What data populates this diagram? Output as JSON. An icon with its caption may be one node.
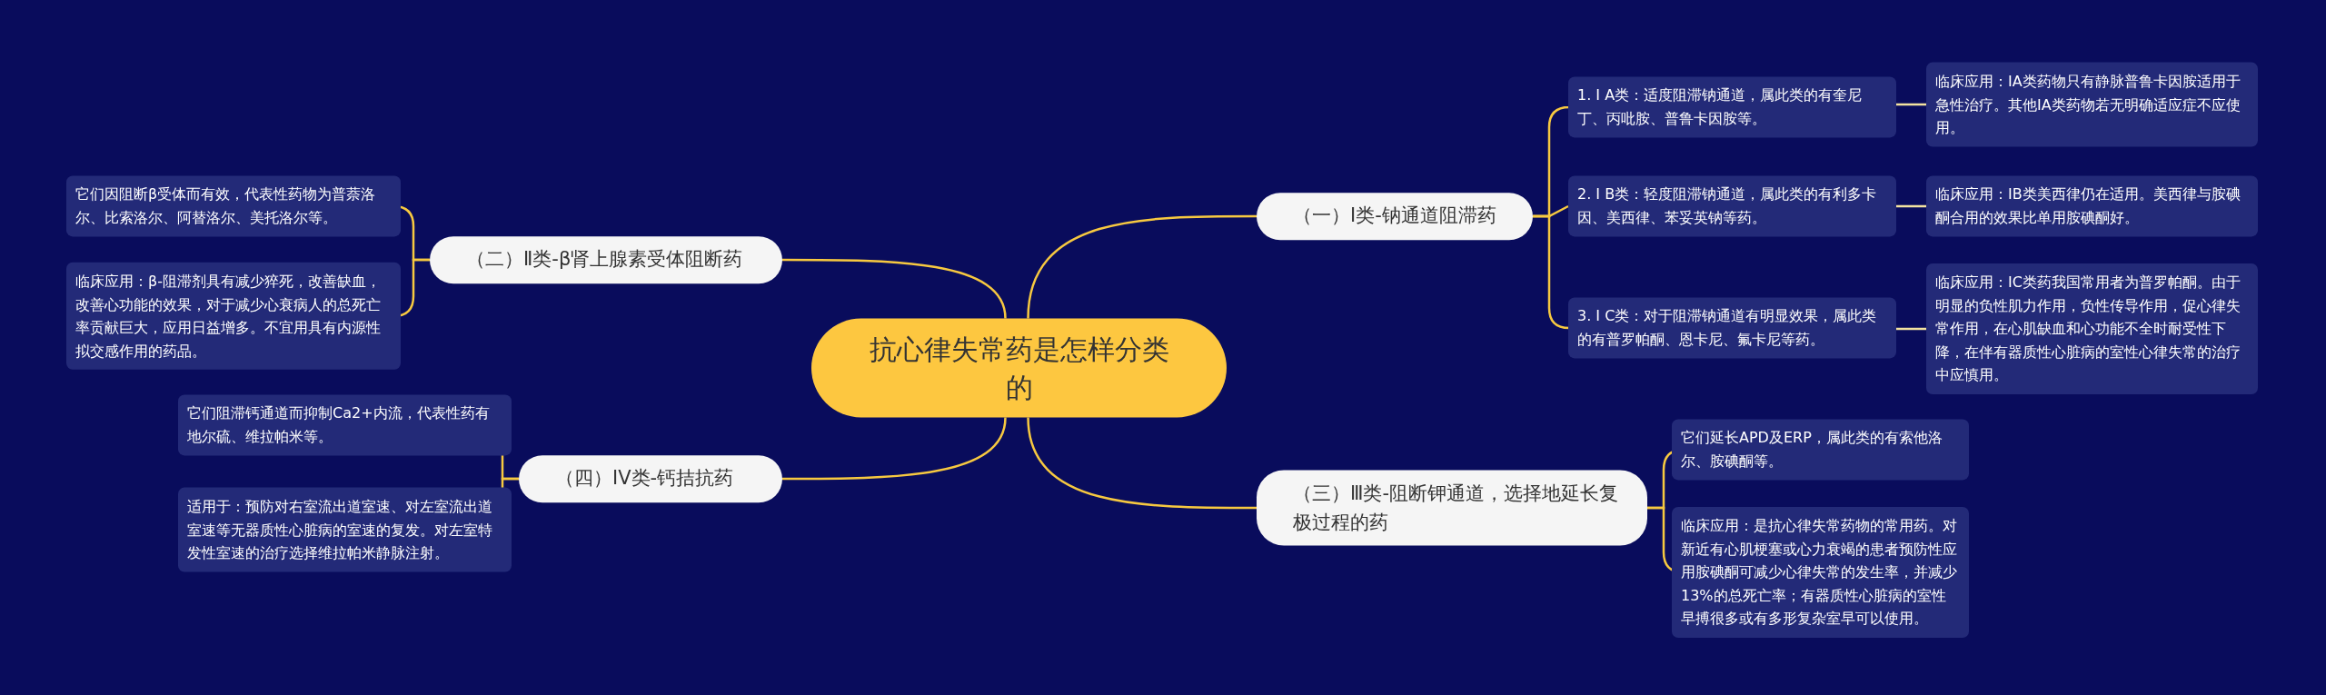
{
  "diagram": {
    "nodes": [
      {
        "text": [
          "抗心律失常药是怎样分类的"
        ]
      },
      {
        "text": [
          "（一）Ⅰ类-钠通道阻滞药"
        ]
      },
      {
        "text": [
          "1. Ⅰ A类：适度阻滞钠通道，属此类的有奎尼丁、丙吡胺、普鲁卡因胺等。"
        ]
      },
      {
        "text": [
          "临床应用：ⅠA类药物只有静脉普鲁卡因胺适用于急性治疗。其他ⅠA类药物若无明确适应症不应使用。"
        ]
      },
      {
        "text": [
          "2. Ⅰ B类：轻度阻滞钠通道，属此类的有利多卡因、美西律、苯妥英钠等药。"
        ]
      },
      {
        "text": [
          "临床应用：ⅠB类美西律仍在适用。美西律与胺碘酮合用的效果比单用胺碘酮好。"
        ]
      },
      {
        "text": [
          "3. Ⅰ C类：对于阻滞钠通道有明显效果，属此类的有普罗帕酮、恩卡尼、氟卡尼等药。"
        ]
      },
      {
        "text": [
          "临床应用：ⅠC类药我国常用者为普罗帕酮。由于明显的负性肌力作用，负性传导作用，促心律失常作用，在心肌缺血和心功能不全时耐受性下降，在伴有器质性心脏病的室性心律失常的治疗中应慎用。"
        ]
      },
      {
        "text": [
          "（二）Ⅱ类-β肾上腺素受体阻断药"
        ]
      },
      {
        "text": [
          "它们因阻断β受体而有效，代表性药物为普萘洛尔、比索洛尔、阿替洛尔、美托洛尔等。"
        ]
      },
      {
        "text": [
          "临床应用：β-阻滞剂具有减少猝死，改善缺血，改善心功能的效果，对于减少心衰病人的总死亡率贡献巨大，应用日益增多。不宜用具有内源性拟交感作用的药品。"
        ]
      },
      {
        "text": [
          "（三）Ⅲ类-阻断钾通道，选择地延长复极过程的药"
        ]
      },
      {
        "text": [
          "它们延长APD及ERP，属此类的有索他洛尔、胺碘酮等。"
        ]
      },
      {
        "text": [
          "临床应用：是抗心律失常药物的常用药。对新近有心肌梗塞或心力衰竭的患者预防性应用胺碘酮可减少心律失常的发生率，并减少13%的总死亡率；有器质性心脏病的室性早搏很多或有多形复杂室早可以使用。"
        ]
      },
      {
        "text": [
          "（四）IV类-钙拮抗药"
        ]
      },
      {
        "text": [
          "它们阻滞钙通道而抑制Ca2+内流，代表性药有地尔硫、维拉帕米等。"
        ]
      },
      {
        "text": [
          "适用于：预防对右室流出道室速、对左室流出道室速等无器质性心脏病的室速的复发。对左室特发性室速的治疗选择维拉帕米静脉注射。"
        ]
      }
    ],
    "edges": [
      {
        "from": 0,
        "to": 1,
        "arrow": "none"
      },
      {
        "from": 1,
        "to": 2,
        "arrow": "none"
      },
      {
        "from": 1,
        "to": 4,
        "arrow": "none"
      },
      {
        "from": 1,
        "to": 6,
        "arrow": "none"
      },
      {
        "from": 2,
        "to": 3,
        "arrow": "none",
        "color": "#f3e3a0"
      },
      {
        "from": 4,
        "to": 5,
        "arrow": "none",
        "color": "#f3e3a0"
      },
      {
        "from": 6,
        "to": 7,
        "arrow": "none",
        "color": "#f3e3a0"
      },
      {
        "from": 0,
        "to": 8,
        "arrow": "none"
      },
      {
        "from": 8,
        "to": 9,
        "arrow": "none"
      },
      {
        "from": 8,
        "to": 10,
        "arrow": "none"
      },
      {
        "from": 0,
        "to": 11,
        "arrow": "none"
      },
      {
        "from": 11,
        "to": 12,
        "arrow": "none"
      },
      {
        "from": 11,
        "to": 13,
        "arrow": "none"
      },
      {
        "from": 0,
        "to": 14,
        "arrow": "none"
      },
      {
        "from": 14,
        "to": 15,
        "arrow": "none"
      },
      {
        "from": 14,
        "to": 16,
        "arrow": "none"
      }
    ]
  }
}
